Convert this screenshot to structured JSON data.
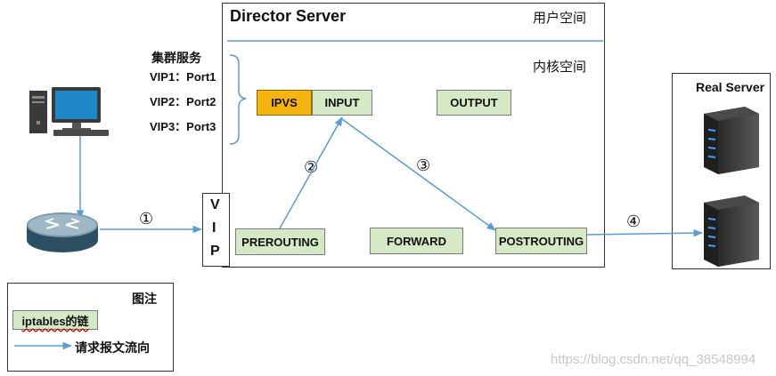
{
  "director": {
    "title": "Director Server",
    "user_space": "用户空间",
    "kernel_space": "内核空间"
  },
  "cluster": {
    "title": "集群服务",
    "vips": [
      "VIP1：Port1",
      "VIP2：Port2",
      "VIP3：Port3"
    ]
  },
  "chains": {
    "ipvs": "IPVS",
    "input": "INPUT",
    "output": "OUTPUT",
    "prerouting": "PREROUTING",
    "forward": "FORWARD",
    "postrouting": "POSTROUTING"
  },
  "vip_letters": [
    "V",
    "I",
    "P"
  ],
  "steps": [
    "①",
    "②",
    "③",
    "④"
  ],
  "real_server": {
    "title": "Real Server"
  },
  "legend": {
    "title": "图注",
    "chain_label": "iptables的链",
    "flow_label": "请求报文流向"
  },
  "watermark": "https://blog.csdn.net/qq_38548994",
  "colors": {
    "arrow": "#5b9bd5",
    "chain_fill": "#d6e9c6",
    "ipvs_fill": "#f5b40f"
  }
}
